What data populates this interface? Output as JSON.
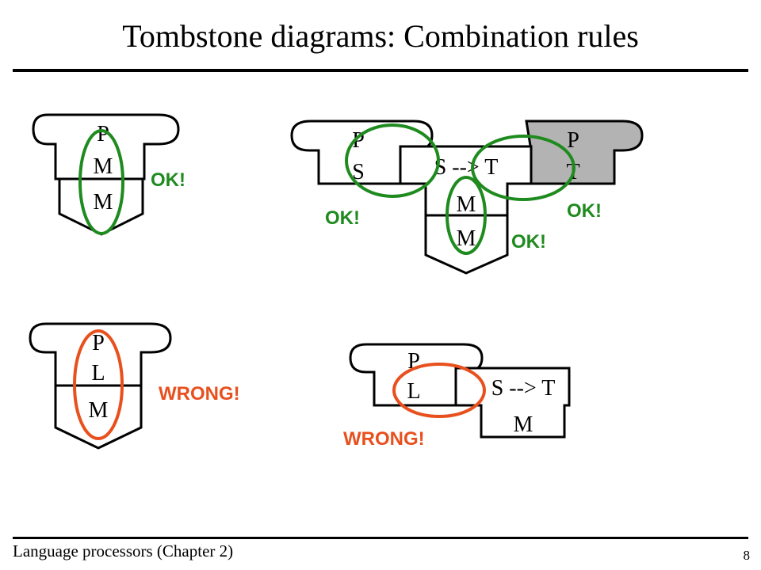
{
  "slide": {
    "title": "Tombstone diagrams: Combination rules",
    "footer": "Language processors (Chapter 2)",
    "page_number": "8"
  },
  "colors": {
    "ok": "#1f8b1f",
    "wrong": "#e8501e",
    "grey_fill": "#b3b3b3"
  },
  "diagram1": {
    "program": "P",
    "language": "M",
    "machine": "M",
    "verdict": "OK!"
  },
  "diagram2": {
    "left_program": "P",
    "left_language": "S",
    "translator": "S --> T",
    "translator_language": "M",
    "machine": "M",
    "right_program": "P",
    "right_language": "T",
    "verdict_left": "OK!",
    "verdict_middle": "OK!",
    "verdict_right": "OK!"
  },
  "diagram3": {
    "program": "P",
    "language": "L",
    "machine": "M",
    "verdict": "WRONG!"
  },
  "diagram4": {
    "program": "P",
    "language": "L",
    "translator": "S --> T",
    "translator_language": "M",
    "verdict": "WRONG!"
  }
}
